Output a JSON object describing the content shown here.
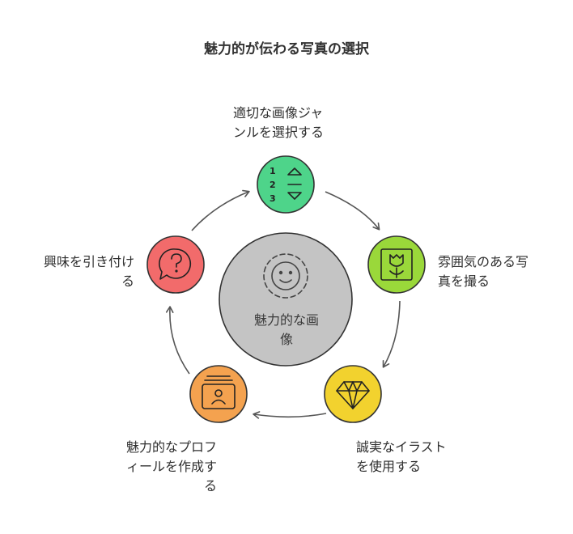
{
  "title": "魅力的が伝わる写真の選択",
  "center": {
    "lines": [
      "魅力的な画",
      "像"
    ],
    "icon": "smiley-face-icon"
  },
  "nodes": [
    {
      "id": "genre",
      "lines": [
        "適切な画像ジャ",
        "ンルを選択する"
      ],
      "icon": "ordered-list-sort-icon",
      "color": "#4ed48a"
    },
    {
      "id": "atmosphere",
      "lines": [
        "雰囲気のある写",
        "真を撮る"
      ],
      "icon": "tulip-frame-icon",
      "color": "#9ad83a"
    },
    {
      "id": "honest",
      "lines": [
        "誠実なイラスト",
        "を使用する"
      ],
      "icon": "diamond-icon",
      "color": "#f2d22e"
    },
    {
      "id": "profile",
      "lines": [
        "魅力的なプロフ",
        "ィールを作成す",
        "る"
      ],
      "icon": "profile-card-icon",
      "color": "#f4a24f"
    },
    {
      "id": "interest",
      "lines": [
        "興味を引き付け",
        "る"
      ],
      "icon": "question-bubble-icon",
      "color": "#f26b6b"
    }
  ]
}
